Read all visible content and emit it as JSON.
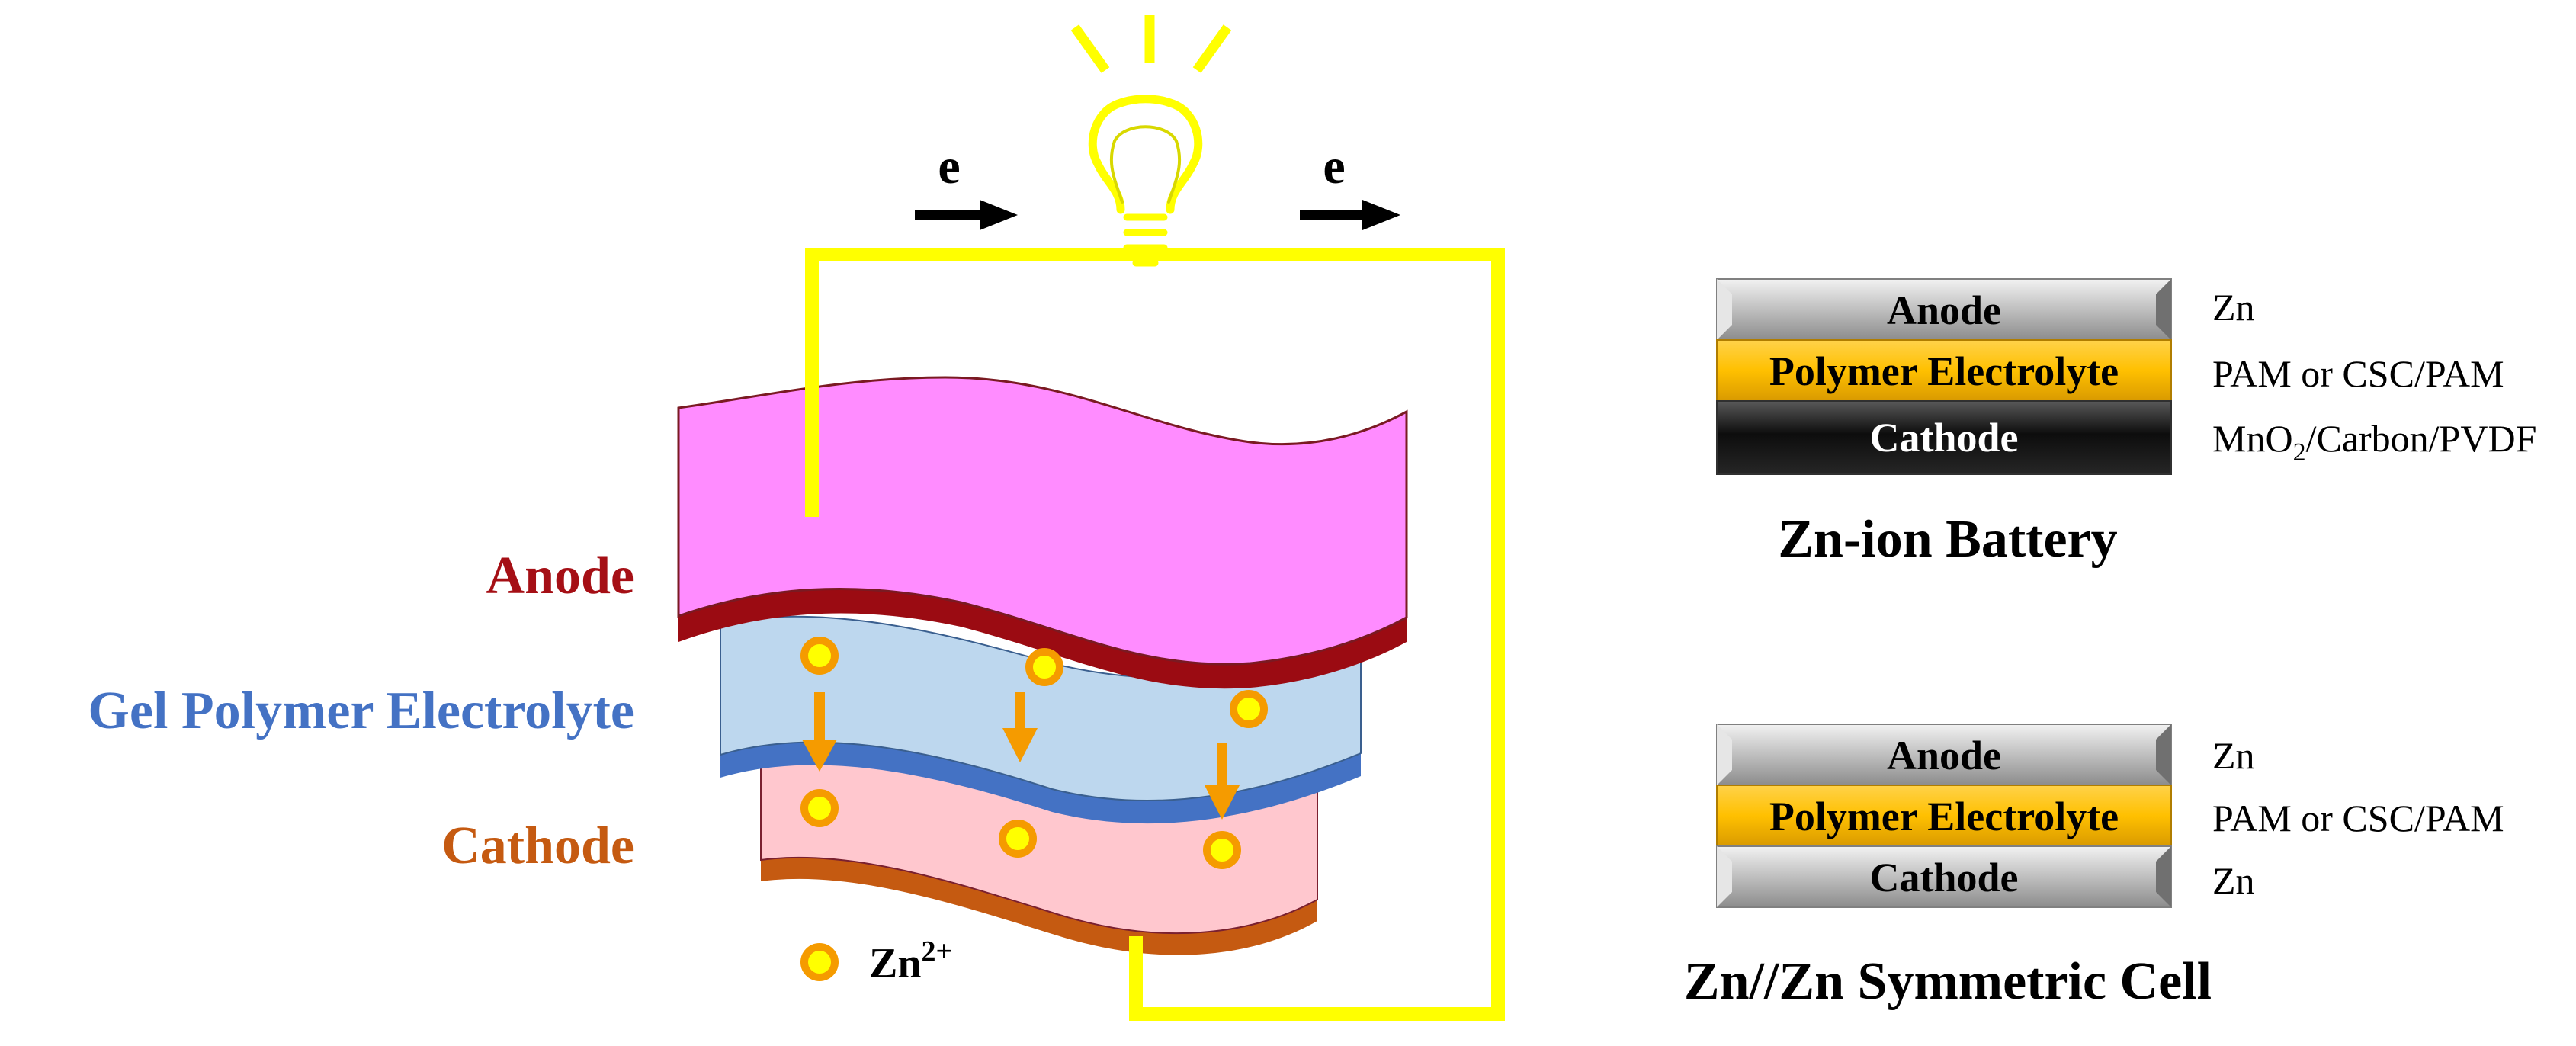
{
  "left_diagram": {
    "electron_left": "e",
    "electron_right": "e",
    "layers": {
      "anode": "Anode",
      "electrolyte": "Gel Polymer Electrolyte",
      "cathode": "Cathode"
    },
    "ion_legend": {
      "ion": "Zn",
      "charge": "2+"
    },
    "colors": {
      "anode_top": "#FF8CFF",
      "anode_edge": "#9B0B12",
      "electrolyte_face": "#BDD7EE",
      "electrolyte_edge": "#4472C4",
      "cathode_face": "#FFC7CE",
      "cathode_edge": "#C55A11",
      "wire": "#FFFF00",
      "bulb": "#FFFF00",
      "ion_fill": "#FFFF00",
      "ion_ring": "#F59B00",
      "ion_arrow": "#F59B00",
      "anode_label": "#A50F15",
      "electrolyte_label": "#4472C4",
      "cathode_label": "#C55A11"
    }
  },
  "zn_ion_battery": {
    "layers": [
      {
        "name": "Anode",
        "material": "Zn"
      },
      {
        "name": "Polymer Electrolyte",
        "material": "PAM or CSC/PAM"
      },
      {
        "name": "Cathode",
        "material_parts": [
          "MnO",
          "2",
          "/Carbon/PVDF"
        ]
      }
    ],
    "caption": "Zn-ion Battery"
  },
  "symmetric_cell": {
    "layers": [
      {
        "name": "Anode",
        "material": "Zn"
      },
      {
        "name": "Polymer Electrolyte",
        "material": "PAM or CSC/PAM"
      },
      {
        "name": "Cathode",
        "material": "Zn"
      }
    ],
    "caption": "Zn//Zn Symmetric Cell"
  }
}
